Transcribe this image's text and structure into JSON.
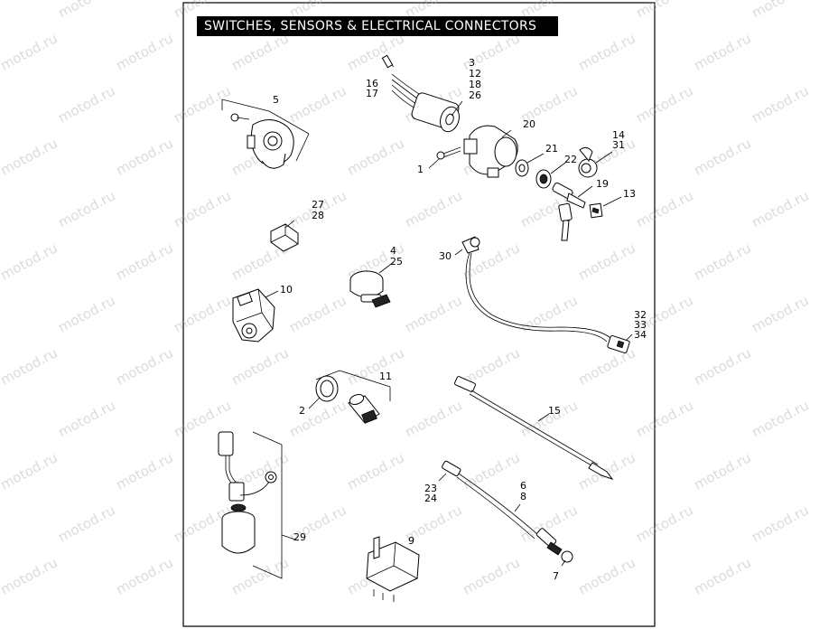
{
  "title": "SWITCHES, SENSORS & ELECTRICAL CONNECTORS",
  "watermark": "motod.ru",
  "callouts": {
    "c1": "1",
    "c2": "2",
    "c3": "3",
    "c12": "12",
    "c18": "18",
    "c26": "26",
    "c4": "4",
    "c25": "25",
    "c5": "5",
    "c6": "6",
    "c8": "8",
    "c7": "7",
    "c9": "9",
    "c10": "10",
    "c11": "11",
    "c13": "13",
    "c14": "14",
    "c31": "31",
    "c15": "15",
    "c16": "16",
    "c17": "17",
    "c19": "19",
    "c20": "20",
    "c21": "21",
    "c22": "22",
    "c23": "23",
    "c24": "24",
    "c27": "27",
    "c28": "28",
    "c29": "29",
    "c30": "30",
    "c32": "32",
    "c33": "33",
    "c34": "34"
  }
}
